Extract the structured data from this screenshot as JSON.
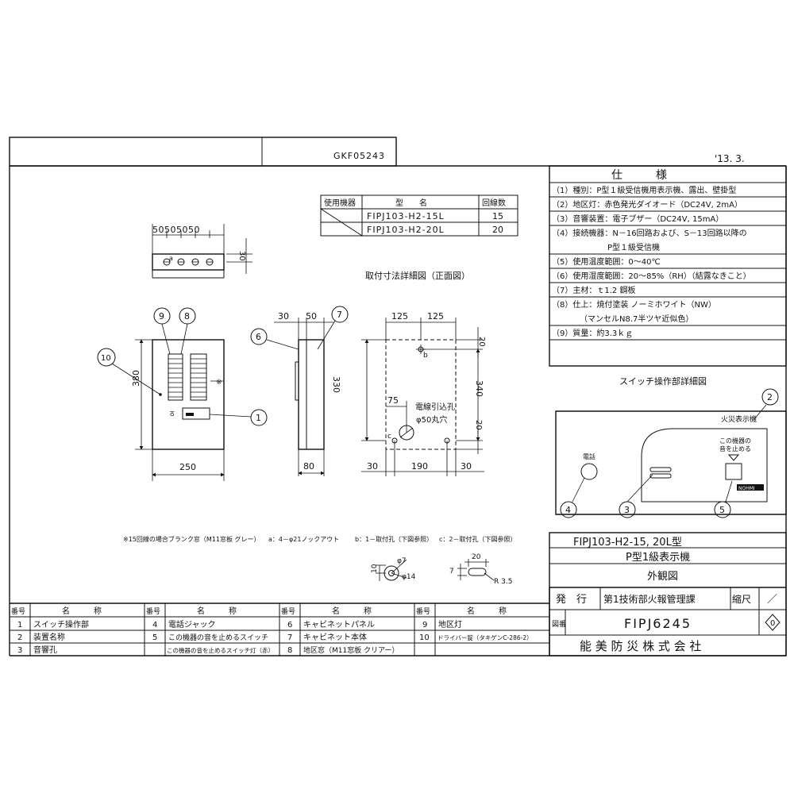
{
  "header": {
    "code": "GKF05243",
    "date": "'13. 3."
  },
  "model_table": {
    "headers": [
      "使用機器",
      "型　　名",
      "回線数"
    ],
    "rows": [
      {
        "model": "FIPJ103-H2-15L",
        "lines": "15"
      },
      {
        "model": "FIPJ103-H2-20L",
        "lines": "20"
      }
    ]
  },
  "spec": {
    "title": "仕　　　様",
    "lines": [
      "（1）種別：P型１級受信機用表示機、露出、壁掛型",
      "（2）地区灯：赤色発光ダイオード（DC24V, 2mA）",
      "（3）音響装置：電子ブザー（DC24V, 15mA）",
      "（4）接続機器：N－16回路および、S－13回路以降の",
      "　　　　　　　P型１級受信機",
      "（5）使用温度範囲：0～40℃",
      "（6）使用湿度範囲：20～85%（RH）（結露なきこと）",
      "（7）主材：ｔ1.2 鋼板",
      "（8）仕上：焼付塗装 ノーミホワイト（NW）",
      "　　　　（マンセルN8.7半ツヤ近似色）",
      "（9）質量：約3.3ｋｇ"
    ]
  },
  "top_view": {
    "dims": "50505050",
    "dim_right": "30"
  },
  "front_view": {
    "height": "380",
    "width": "250",
    "star": "※"
  },
  "side_view": {
    "d1": "30",
    "d2": "50",
    "depth": "80"
  },
  "mount_view": {
    "title": "取付寸法詳細図（正面図）",
    "top1": "125",
    "top2": "125",
    "right_top": "20",
    "left": "330",
    "right": "340",
    "d75": "75",
    "right_bottom": "20",
    "bottom1": "30",
    "bottom2": "190",
    "bottom3": "30",
    "hole_label": "電線引込孔",
    "hole_size": "φ50丸穴",
    "b": "b",
    "c": "c"
  },
  "switch_detail": {
    "title": "スイッチ操作部詳細図",
    "fire_label": "火災表示機",
    "stop_label1": "この機器の",
    "stop_label2": "音を止める",
    "phone_label": "電話",
    "brand": "NOHMI"
  },
  "callouts": [
    "1",
    "2",
    "3",
    "4",
    "5",
    "6",
    "7",
    "8",
    "9",
    "10"
  ],
  "notes": {
    "n1": "※15回線の場合ブランク窓（M11窓板 グレー）",
    "n2": "a：4－φ21ノックアウト",
    "n3": "b：1－取付孔（下図参照）",
    "n4": "c：2－取付孔（下図参照）"
  },
  "hole_details": {
    "b_phi7": "φ7",
    "b_10": "10",
    "b_phi14": "φ14",
    "c_20": "20",
    "c_7": "7",
    "c_r": "R 3.5"
  },
  "parts_table": {
    "header_no": "番号",
    "header_name": "名　　　称",
    "rows": [
      [
        "1",
        "スイッチ操作部",
        "4",
        "電話ジャック",
        "6",
        "キャビネットパネル",
        "9",
        "地区灯"
      ],
      [
        "2",
        "装置名称",
        "5",
        "この機器の音を止めるスイッチ",
        "7",
        "キャビネット本体",
        "10",
        "ドライバー錠（タキゲンC-286-2）"
      ],
      [
        "3",
        "音響孔",
        "",
        "この機器の音を止めるスイッチ灯（赤）",
        "8",
        "地区窓（M11窓板 クリアー）",
        "",
        ""
      ]
    ]
  },
  "title_block": {
    "model": "FIPJ103-H2-15, 20L型",
    "name": "P型1級表示機",
    "kind": "外観図",
    "issue_label": "発　行",
    "issuer": "第1技術部火報管理課",
    "scale_label": "縮尺",
    "scale": "／",
    "drawing_label": "図番",
    "drawing_no": "FIPJ6245",
    "rev": "0",
    "company": "能 美 防 災 株 式 会 社"
  }
}
